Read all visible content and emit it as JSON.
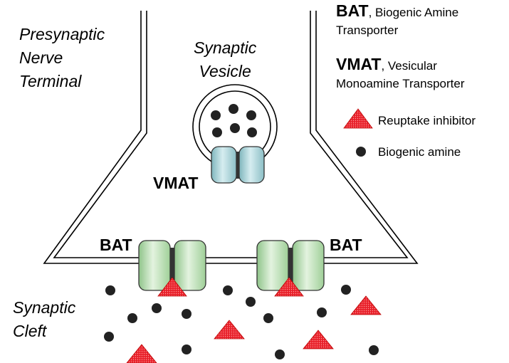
{
  "labels": {
    "presynaptic": [
      "Presynaptic",
      "Nerve",
      "Terminal"
    ],
    "vesicle": [
      "Synaptic",
      "Vesicle"
    ],
    "cleft": [
      "Synaptic",
      "Cleft"
    ],
    "vmat": "VMAT",
    "bat_left": "BAT",
    "bat_right": "BAT"
  },
  "legend": {
    "bat_abbr": "BAT",
    "bat_def_1": ", Biogenic Amine",
    "bat_def_2": "Transporter",
    "vmat_abbr": "VMAT",
    "vmat_def_1": ", Vesicular",
    "vmat_def_2": "Monoamine Transporter",
    "inhibitor": "Reuptake inhibitor",
    "amine": "Biogenic amine"
  },
  "colors": {
    "membrane": "#000000",
    "bat_fill": "#c6e6c0",
    "vmat_fill": "#a9d3d8",
    "inhibitor": "#e8202a",
    "amine": "#222222"
  },
  "icons": {
    "inhibitor": "red-triangle",
    "amine": "black-dot"
  }
}
